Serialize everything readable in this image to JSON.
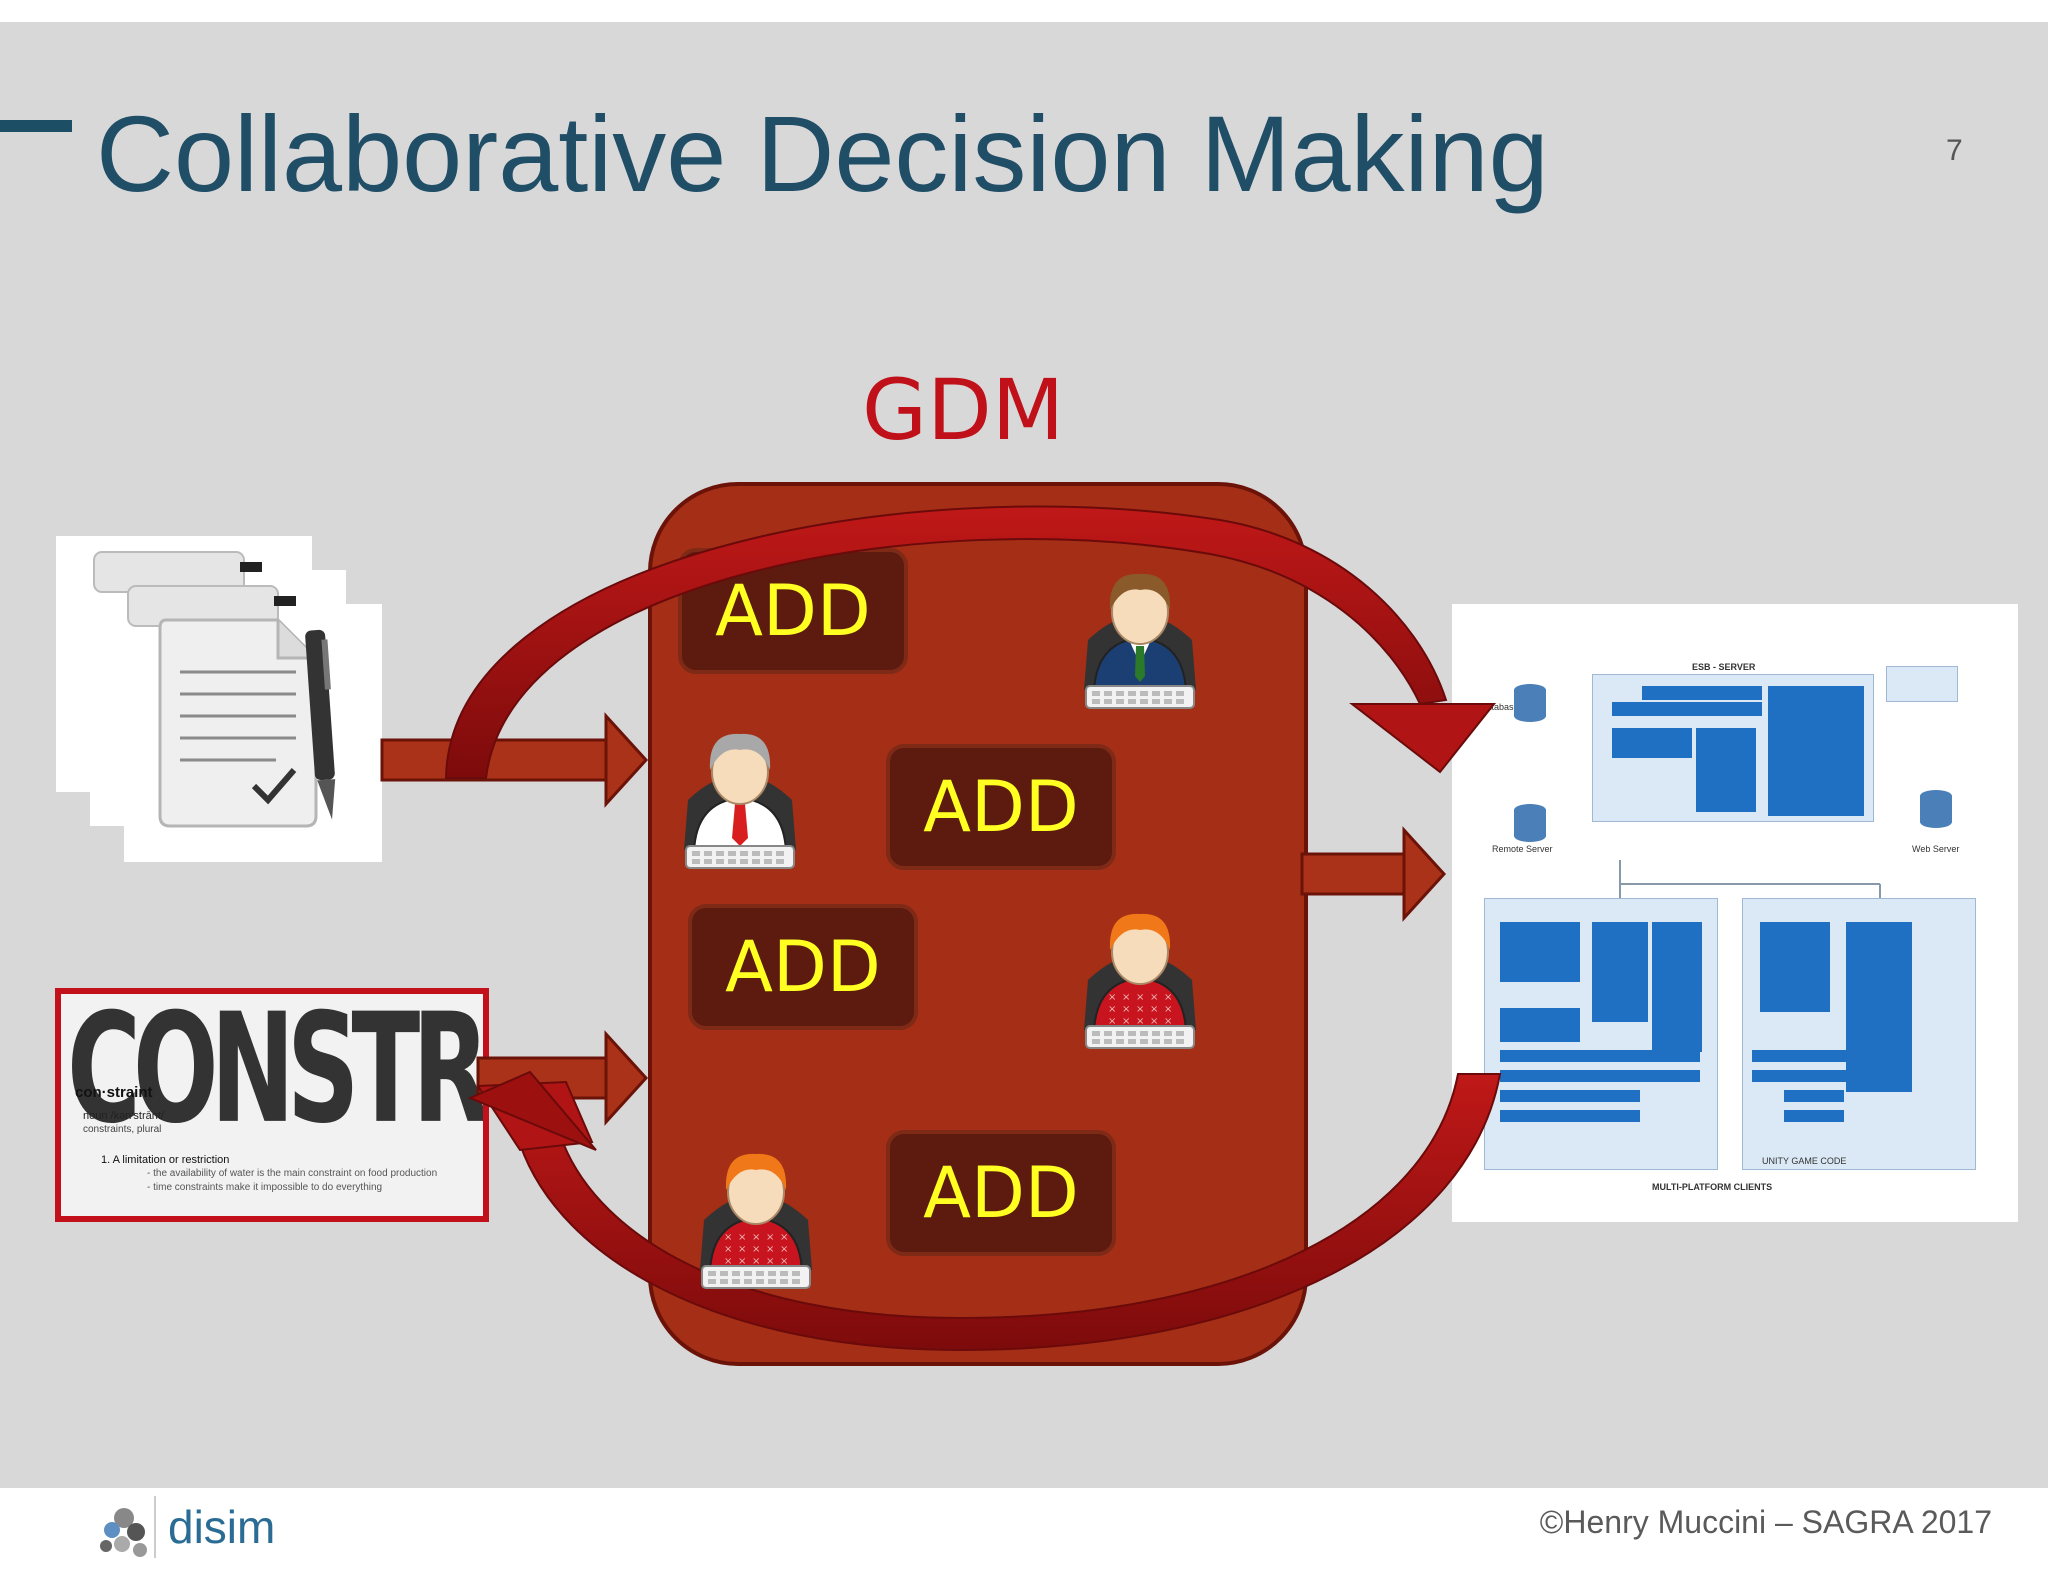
{
  "slide": {
    "title": "Collaborative Decision Making",
    "page_number": "7",
    "center_label": "GDM"
  },
  "center": {
    "add_labels": [
      "ADD",
      "ADD",
      "ADD",
      "ADD"
    ],
    "persons": [
      {
        "name": "businessman-icon",
        "hair": "#8b5a2b",
        "shirt": "#1b3f73"
      },
      {
        "name": "grey-hair-person-icon",
        "hair": "#a8a8a8",
        "shirt": "#ffffff"
      },
      {
        "name": "redhead-person-icon",
        "hair": "#f07818",
        "shirt": "#c8141e"
      },
      {
        "name": "redhead-person-icon",
        "hair": "#f07818",
        "shirt": "#c8141e"
      }
    ]
  },
  "constraints_image": {
    "heading": "CONSTRAINTS",
    "word": "con·straint",
    "noun_line": "noun /kən'strānt/",
    "plural_line": "constraints, plural",
    "definition": "1.  A limitation or restriction",
    "example_1": "- the availability of water is the main constraint on food production",
    "example_2": "- time constraints make it impossible to do everything"
  },
  "architecture_image": {
    "server_title": "ESB - SERVER",
    "labels": [
      "Database",
      "Remote Server",
      "Web Server",
      "MULTI-PLATFORM CLIENTS",
      "UNITY GAME CODE"
    ]
  },
  "footer": {
    "logo_text": "disim",
    "copyright": "©Henry Muccini – SAGRA 2017"
  },
  "colors": {
    "title": "#1f4e66",
    "gdm": "#c0111a",
    "center_box": "#a52e16",
    "add_text": "#ffff22",
    "arrow": "#a01010"
  }
}
